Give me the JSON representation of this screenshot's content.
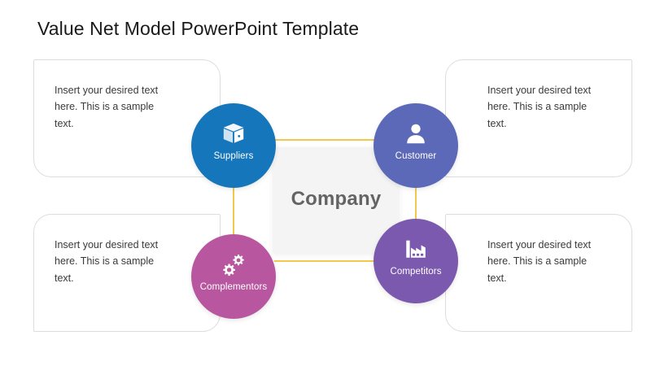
{
  "slide": {
    "title": "Value Net Model PowerPoint Template",
    "background": "#ffffff"
  },
  "center": {
    "label": "Company",
    "fill": "#f4f4f4",
    "text_color": "#646464"
  },
  "connector_color": "#f2c94c",
  "nodes": [
    {
      "id": "suppliers",
      "label": "Suppliers",
      "icon": "package-box-icon",
      "color": "#1576bc",
      "position": "top-left"
    },
    {
      "id": "customer",
      "label": "Customer",
      "icon": "person-icon",
      "color": "#5c69b8",
      "position": "top-right"
    },
    {
      "id": "complementors",
      "label": "Complementors",
      "icon": "gears-icon",
      "color": "#b8569f",
      "position": "bottom-left"
    },
    {
      "id": "competitors",
      "label": "Competitors",
      "icon": "factory-icon",
      "color": "#7b59ae",
      "position": "bottom-right"
    }
  ],
  "cards": [
    {
      "id": "top-left",
      "text": "Insert your desired text here. This is a sample text."
    },
    {
      "id": "top-right",
      "text": "Insert your desired text here. This is a sample text."
    },
    {
      "id": "bottom-left",
      "text": "Insert your desired text here. This is a sample text."
    },
    {
      "id": "bottom-right",
      "text": "Insert your desired text here. This is a sample text."
    }
  ]
}
